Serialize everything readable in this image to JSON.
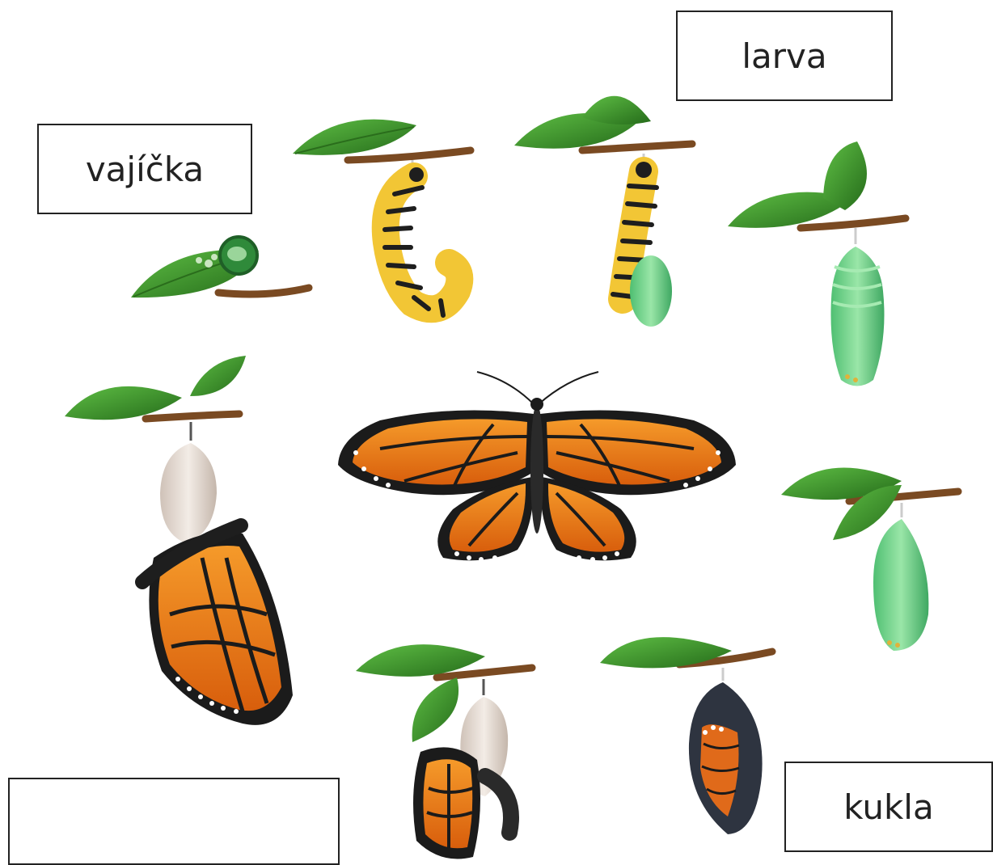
{
  "labels": {
    "larva": "larva",
    "eggs": "vajíčka",
    "pupa": "kukla",
    "blank": ""
  },
  "colors": {
    "leaf": "#3f9b2e",
    "leaf_dark": "#276e1c",
    "branch": "#7a4a22",
    "caterpillar_yellow": "#f2c635",
    "caterpillar_black": "#1e1e1e",
    "chrysalis_green": "#6fcf8a",
    "butterfly_orange": "#ef7a18",
    "butterfly_black": "#1b1b1b",
    "empty_shell": "#e8ddd4"
  },
  "icons": [
    "leaf-with-eggs-icon",
    "caterpillar-hanging-icon",
    "caterpillar-forming-chrysalis-icon",
    "green-chrysalis-icon",
    "green-chrysalis-small-icon",
    "dark-chrysalis-icon",
    "butterfly-emerging-icon",
    "butterfly-drying-icon",
    "adult-butterfly-icon"
  ]
}
